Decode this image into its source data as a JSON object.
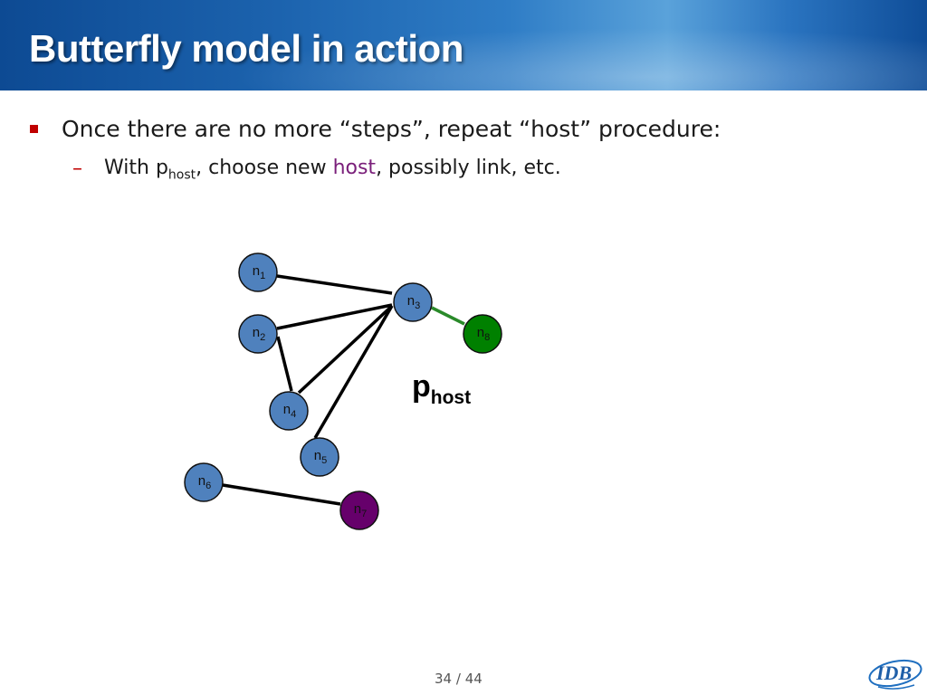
{
  "slide": {
    "title": "Butterfly model in action",
    "bullet": "Once there are no more “steps”, repeat “host” procedure:",
    "sub": {
      "marker": "–",
      "prefix": "With p",
      "prefix_sub": "host",
      "middle": ", choose new ",
      "highlight": "host",
      "suffix": ", possibly link, etc."
    },
    "phost": {
      "main": "p",
      "sub": "host"
    },
    "pager": {
      "current": "34",
      "sep": "/",
      "total": "44"
    },
    "logo_text": "IDB"
  },
  "colors": {
    "node_blue": "#4f81bd",
    "node_green": "#008000",
    "node_purple": "#66006b",
    "edge": "#000000",
    "edge_green": "#2a8a2a",
    "bullet_red": "#c00000",
    "highlight": "#7a1f7a"
  },
  "graph": {
    "nodes": [
      {
        "id": "n1",
        "label": "n",
        "sub": "1",
        "color": "blue"
      },
      {
        "id": "n2",
        "label": "n",
        "sub": "2",
        "color": "blue"
      },
      {
        "id": "n3",
        "label": "n",
        "sub": "3",
        "color": "blue"
      },
      {
        "id": "n4",
        "label": "n",
        "sub": "4",
        "color": "blue"
      },
      {
        "id": "n5",
        "label": "n",
        "sub": "5",
        "color": "blue"
      },
      {
        "id": "n6",
        "label": "n",
        "sub": "6",
        "color": "blue"
      },
      {
        "id": "n7",
        "label": "n",
        "sub": "7",
        "color": "purple"
      },
      {
        "id": "n8",
        "label": "n",
        "sub": "8",
        "color": "green"
      }
    ],
    "edges": [
      {
        "from": "n1",
        "to": "n3",
        "color": "black"
      },
      {
        "from": "n2",
        "to": "n3",
        "color": "black"
      },
      {
        "from": "n2",
        "to": "n4",
        "color": "black"
      },
      {
        "from": "n4",
        "to": "n3",
        "color": "black"
      },
      {
        "from": "n5",
        "to": "n3",
        "color": "black"
      },
      {
        "from": "n6",
        "to": "n7",
        "color": "black"
      },
      {
        "from": "n3",
        "to": "n8",
        "color": "green"
      }
    ]
  }
}
